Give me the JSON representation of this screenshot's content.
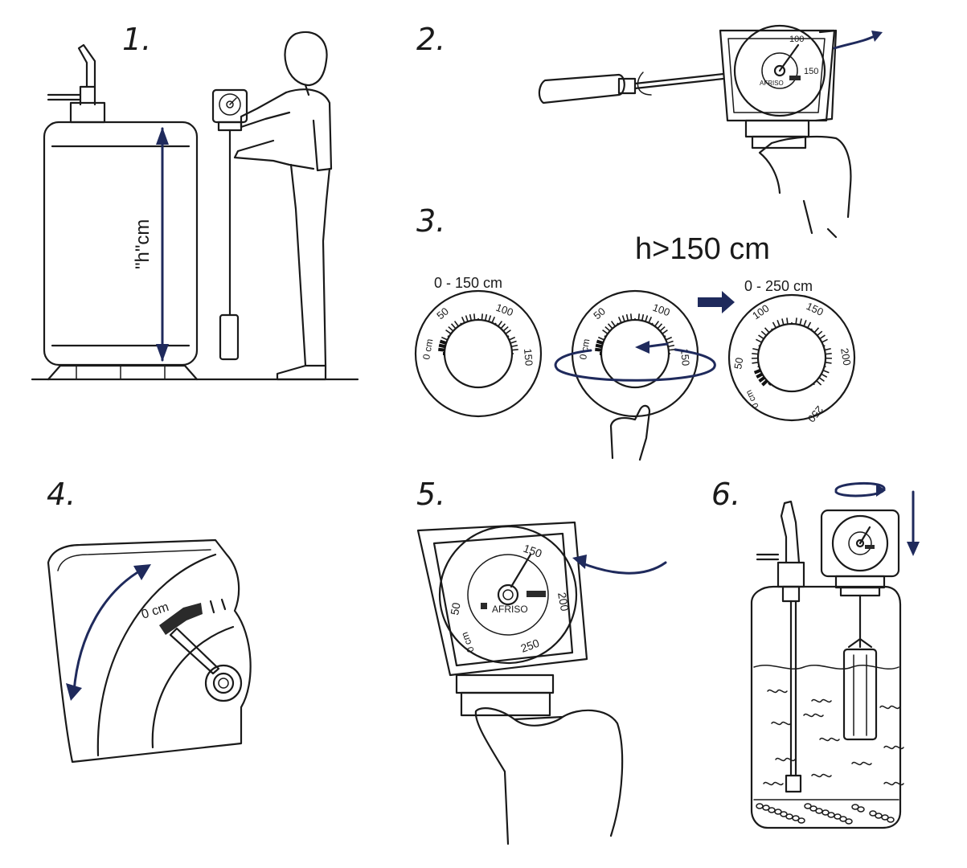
{
  "steps": {
    "s1": "1.",
    "s2": "2.",
    "s3": "3.",
    "s4": "4.",
    "s5": "5.",
    "s6": "6."
  },
  "labels": {
    "height": "\"h\"cm",
    "h_condition": "h>150 cm",
    "range_150": "0 - 150 cm",
    "range_250": "0 - 250 cm",
    "zero_cm": "0 cm",
    "brand": "AFRISO"
  },
  "dial_150_ticks": [
    "0 cm",
    "50",
    "100",
    "150"
  ],
  "dial_250_ticks": [
    "0 cm",
    "50",
    "100",
    "150",
    "200",
    "250"
  ],
  "colors": {
    "ink": "#1a1a1a",
    "arrow_blue": "#1f2a5c",
    "background": "#ffffff"
  }
}
